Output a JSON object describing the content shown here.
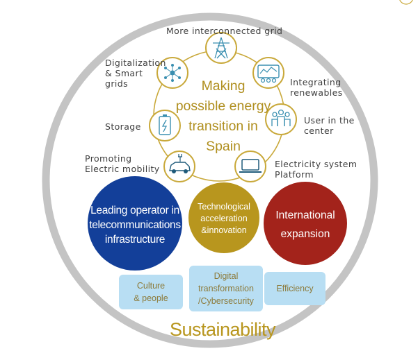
{
  "center": {
    "title": "Making\npossible energy\ntransition in\nSpain"
  },
  "ring_labels": {
    "grid": "More interconnected grid",
    "digitalization": "Digitalization\n& Smart\ngrids",
    "renewables": "Integrating\nrenewables",
    "user": "User in the\ncenter",
    "storage": "Storage",
    "mobility": "Promoting\nElectric mobility",
    "platform": "Electricity system\nPlatform"
  },
  "icons": {
    "grid": "transmission-tower-icon",
    "digitalization": "network-hub-icon",
    "renewables": "monitor-dashboard-icon",
    "user": "people-group-icon",
    "storage": "battery-icon",
    "mobility": "electric-car-icon",
    "platform": "laptop-icon"
  },
  "pillars": {
    "telecom": "Leading operator in\ntelecommunications\ninfrastructure",
    "tech": "Technological\nacceleration\n&innovation",
    "international": "International\nexpansion"
  },
  "enablers": {
    "culture": "Culture\n& people",
    "digital": "Digital\ntransformation\n/Cybersecurity",
    "efficiency": "Efficiency"
  },
  "footer": {
    "sustainability": "Sustainability"
  },
  "colors": {
    "outer_ring": "#c4c4c4",
    "gold": "#c9a93b",
    "gold_text": "#b08f1f",
    "telecom_blue": "#133f99",
    "tech_gold": "#b8961e",
    "international_red": "#a3231b",
    "enabler_box": "#b8def3",
    "icon_teal": "#3a8fb0"
  }
}
